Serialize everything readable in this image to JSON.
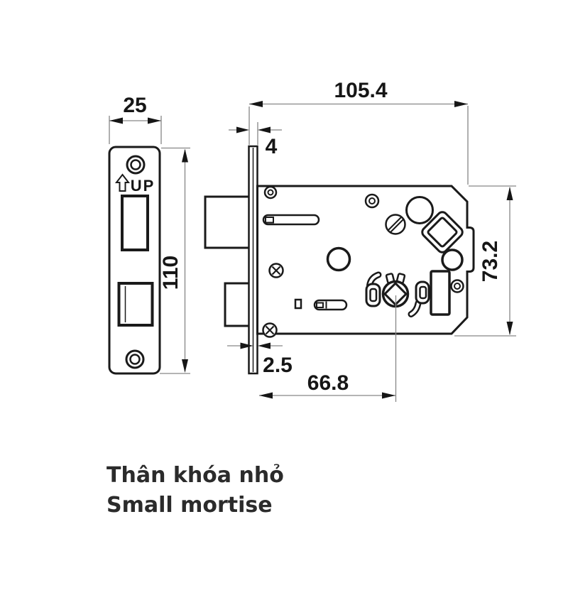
{
  "drawing": {
    "labels": {
      "plate_width": "25",
      "plate_height": "110",
      "total_depth": "105.4",
      "faceplate_thickness": "4",
      "rear_plate_thickness": "2.5",
      "backset": "66.8",
      "body_height": "73.2",
      "up_marking": "UP"
    },
    "caption": {
      "line1": "Thân khóa nhỏ",
      "line2": "Small mortise"
    },
    "colors": {
      "outline": "#1a1a1a",
      "dimension_lines": "#868686",
      "text": "#161616",
      "caption_text": "#2b2b2b",
      "background": "#ffffff"
    }
  }
}
